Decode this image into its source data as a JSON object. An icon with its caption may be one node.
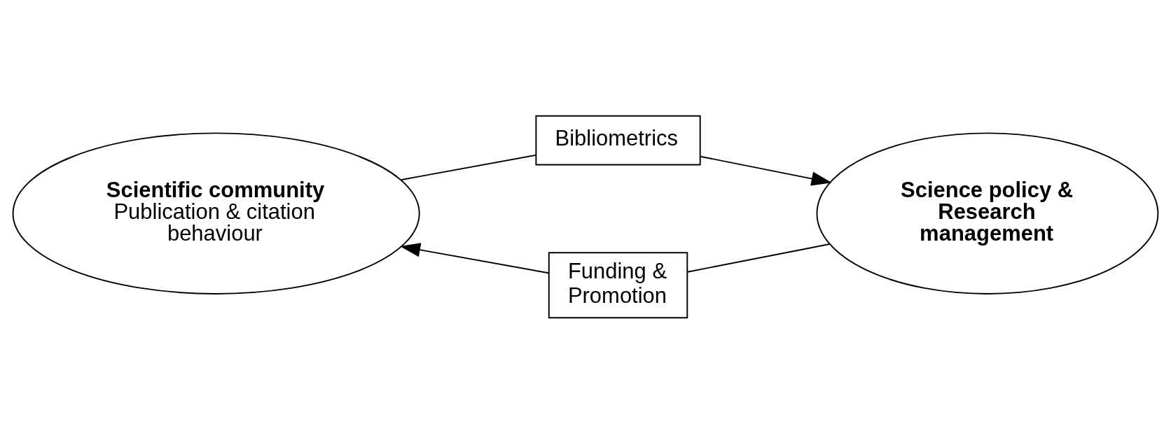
{
  "diagram": {
    "nodes": [
      {
        "text": [
          "Scientific community",
          "Publication & citation behaviour"
        ]
      },
      {
        "text": [
          "Bibliometrics"
        ]
      },
      {
        "text": [
          "Science policy & Research management"
        ]
      },
      {
        "text": [
          "Funding & Promotion"
        ]
      }
    ],
    "edges": [
      {
        "from": 0,
        "to": 1,
        "arrow": "none"
      },
      {
        "from": 1,
        "to": 2,
        "arrow": "to"
      },
      {
        "from": 2,
        "to": 3,
        "arrow": "none"
      },
      {
        "from": 3,
        "to": 0,
        "arrow": "to"
      }
    ]
  }
}
